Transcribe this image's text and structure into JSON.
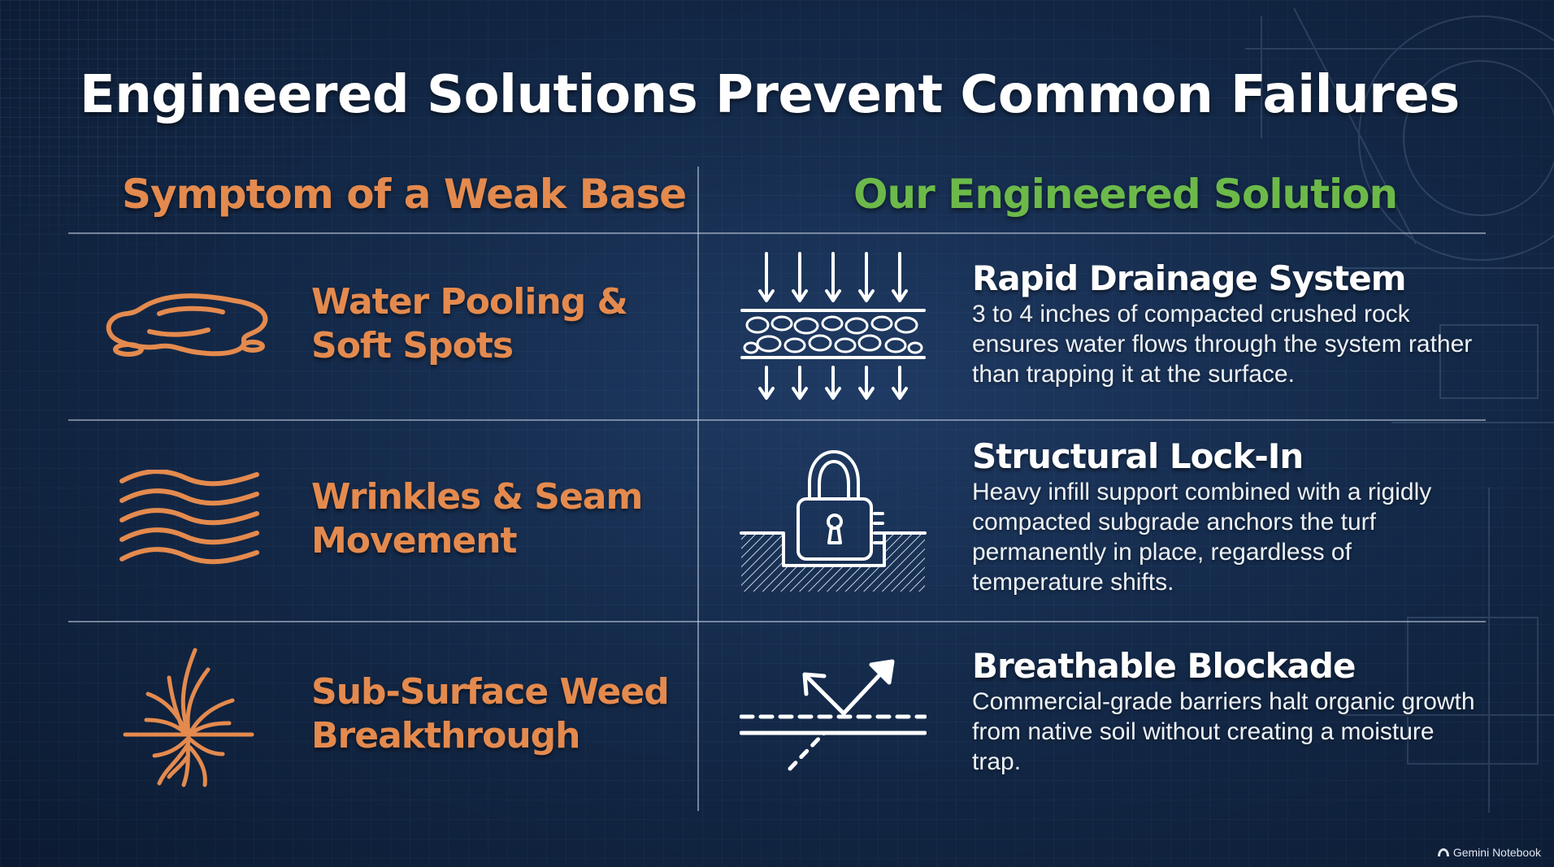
{
  "title": "Engineered Solutions Prevent Common Failures",
  "columns": {
    "left_header": "Symptom of a Weak Base",
    "right_header": "Our Engineered Solution"
  },
  "colors": {
    "symptom_accent": "#e48a4e",
    "solution_accent": "#6cb94a",
    "background": "#142a4a"
  },
  "rows": [
    {
      "symptom_icon": "water-puddle-icon",
      "symptom_line1": "Water Pooling &",
      "symptom_line2": "Soft Spots",
      "solution_icon": "drainage-layer-icon",
      "solution_title": "Rapid Drainage System",
      "solution_body": "3 to 4 inches of compacted crushed rock ensures water flows through the system rather than trapping it at the surface."
    },
    {
      "symptom_icon": "wavy-wrinkles-icon",
      "symptom_line1": "Wrinkles & Seam",
      "symptom_line2": "Movement",
      "solution_icon": "padlock-in-ground-icon",
      "solution_title": "Structural Lock-In",
      "solution_body": "Heavy infill support combined with a rigidly compacted subgrade anchors the turf permanently in place, regardless of temperature shifts."
    },
    {
      "symptom_icon": "weed-roots-icon",
      "symptom_line1": "Sub-Surface Weed",
      "symptom_line2": "Breakthrough",
      "solution_icon": "barrier-deflect-icon",
      "solution_title": "Breathable Blockade",
      "solution_body": "Commercial-grade barriers halt organic growth from native soil without creating a moisture trap."
    }
  ],
  "watermark": {
    "icon": "notebook-logo-icon",
    "text": "Gemini Notebook"
  }
}
